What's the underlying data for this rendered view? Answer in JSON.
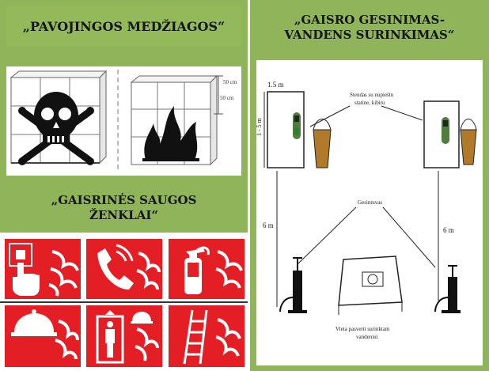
{
  "headers": {
    "dangerous_substances": "„PAVOJINGOS MEDŽIAGOS“",
    "fire_safety_signs_line1": "„GAISRINĖS SAUGOS",
    "fire_safety_signs_line2": "ŽENKLAI“",
    "water_collection_line1": "„GAISRO GESINIMAS-",
    "water_collection_line2": "VANDENS SURINKIMAS“"
  },
  "hazard_dims": {
    "top": "50 cm",
    "side": "50 cm"
  },
  "diagram_labels": {
    "width": "1.5 m",
    "height": "1 - 5 m",
    "stand_label_line1": "Stendas su nupieštu",
    "stand_label_line2": "statine, kibiru",
    "hydrant_label": "Gesintuvas",
    "left_distance": "6 m",
    "right_distance": "6 m",
    "place_label_line1": "Vieta pasverti surinktam",
    "place_label_line2": "vandeniui"
  },
  "colors": {
    "green": "#8fb45a",
    "sign_red": "#e31e24"
  },
  "signs": [
    {
      "icon": "alarm-button-icon"
    },
    {
      "icon": "phone-icon"
    },
    {
      "icon": "fire-extinguisher-icon"
    },
    {
      "icon": "fire-bell-icon"
    },
    {
      "icon": "fire-lift-icon"
    },
    {
      "icon": "ladder-icon"
    }
  ]
}
